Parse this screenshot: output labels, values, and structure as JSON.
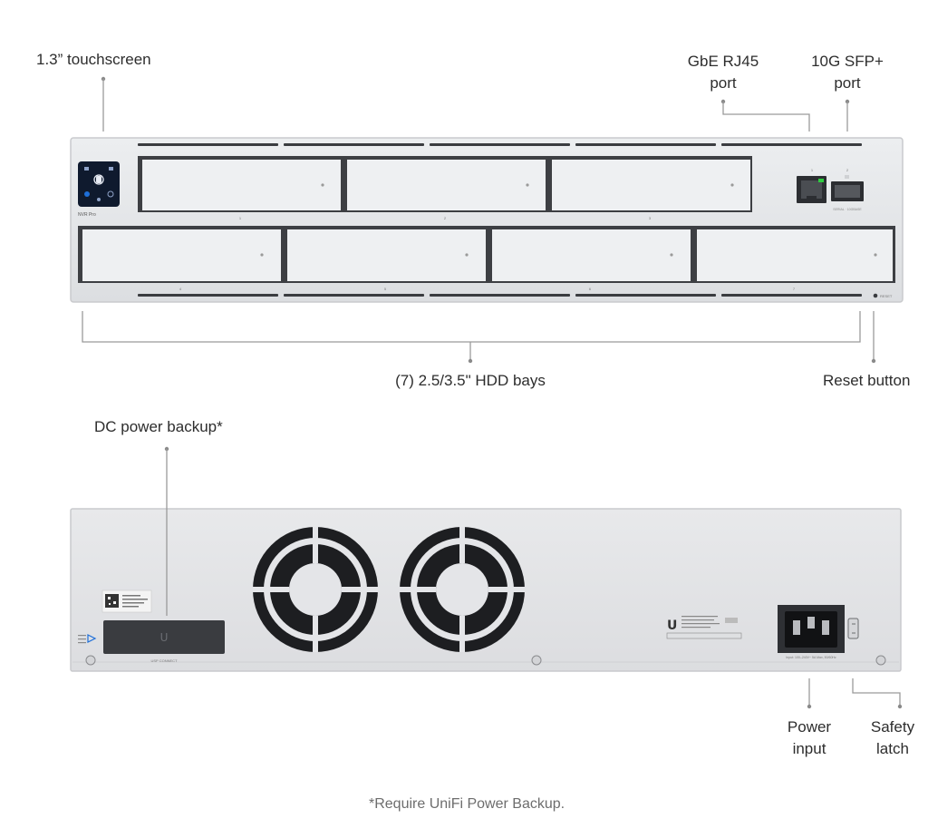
{
  "front": {
    "touchscreen_label": "1.3” touchscreen",
    "rj45_label_line1": "GbE RJ45",
    "rj45_label_line2": "port",
    "sfp_label_line1": "10G SFP+",
    "sfp_label_line2": "port",
    "hdd_bays_label": "(7) 2.5/3.5\" HDD bays",
    "reset_label": "Reset button",
    "screen_model_text": "NVR Pro",
    "bay_numbers": [
      "1",
      "2",
      "3",
      "4",
      "5",
      "6",
      "7"
    ],
    "port_numbers": [
      "1",
      "2"
    ],
    "sfp_caption": "SERIAL · 10GBASE",
    "reset_caption": "RESET"
  },
  "rear": {
    "dc_backup_label": "DC power backup*",
    "power_input_line1": "Power",
    "power_input_line2": "input",
    "safety_latch_line1": "Safety",
    "safety_latch_line2": "latch",
    "usp_caption": "USP CONNECT",
    "power_rating_caption": "Input: 100–240V~ 5A Max, 50/60Hz"
  },
  "footnote": "*Require UniFi Power Backup.",
  "colors": {
    "chassis": "#e4e5e8",
    "chassis_edge": "#c9cacd",
    "bay_face": "#eef0f2",
    "screen": "#0f1a2e",
    "screen_accent": "#1e6fd9",
    "rj45_led": "#2ecc40",
    "leader": "#9a9a9a"
  }
}
